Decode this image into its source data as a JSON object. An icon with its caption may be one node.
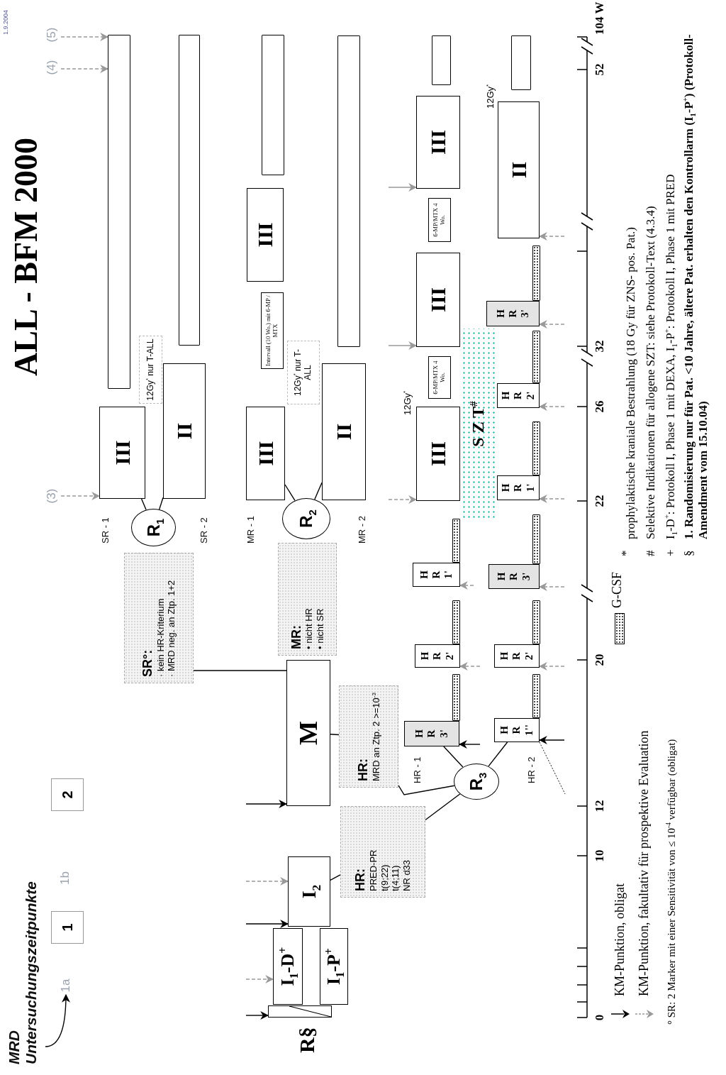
{
  "diagram": {
    "title": "ALL - BFM 2000",
    "nodes": [
      {
        "text": [
          "MRD Untersuchungszeitpunkte"
        ]
      },
      {
        "text": [
          "1a"
        ]
      },
      {
        "text": [
          "1"
        ]
      },
      {
        "text": [
          "2"
        ]
      },
      {
        "text": [
          "(3)"
        ]
      },
      {
        "text": [
          "(4)"
        ]
      },
      {
        "text": [
          "(5)"
        ]
      },
      {
        "text": [],
        "shape": "box",
        "beside": [
          "R§"
        ]
      },
      {
        "text": [
          "I$_{1}$-D$^{+}$"
        ]
      },
      {
        "text": [
          "I$_{1}$-P$^{+}$"
        ]
      },
      {
        "text": [
          "I$_{2}$"
        ]
      },
      {
        "text": [
          "HR:",
          "PRED-PR",
          "t(9;22)",
          "t(4;11)",
          "NR d33"
        ]
      },
      {
        "text": [
          "M"
        ]
      },
      {
        "text": [
          "HR:",
          "MRD an Ztp. 2 >=10$^{-3}$"
        ]
      },
      {
        "text": [
          "SR°:",
          "· kein HR-Kriterium",
          "· MRD neg. an Ztp. 1+2"
        ]
      },
      {
        "text": [
          "MR:",
          "• nicht HR",
          "• nicht SR"
        ]
      },
      {
        "text": [
          "R$_{1}$"
        ]
      },
      {
        "text": [
          "R$_{2}$"
        ]
      },
      {
        "text": [
          "R$_{3}$"
        ]
      },
      {
        "text": [
          "III"
        ]
      },
      {
        "text": [
          "II"
        ]
      },
      {
        "text": [
          "12Gy$^{*}$ nur T-ALL"
        ]
      },
      {
        "text": [],
        "shape": "bar"
      },
      {
        "text": [],
        "shape": "bar"
      },
      {
        "text": [
          "III"
        ]
      },
      {
        "text": [
          "II"
        ]
      },
      {
        "text": [
          "12Gy$^{*}$ nur T-ALL"
        ]
      },
      {
        "text": [
          "Intervall (10 Wo.) mit 6-MP / MTX"
        ]
      },
      {
        "text": [
          "III"
        ]
      },
      {
        "text": [],
        "shape": "bar"
      },
      {
        "text": [],
        "shape": "bar"
      },
      {
        "text": [
          "H R 3'"
        ]
      },
      {
        "text": [],
        "shape": "bar"
      },
      {
        "text": [
          "H R 2'"
        ]
      },
      {
        "text": [],
        "shape": "bar"
      },
      {
        "text": [
          "H R 1'"
        ]
      },
      {
        "text": [],
        "shape": "bar"
      },
      {
        "text": [
          "III"
        ],
        "beside": [
          "12Gy$^{*}$"
        ]
      },
      {
        "text": [
          "6-MP/MTX 4 Wo."
        ]
      },
      {
        "text": [
          "III"
        ]
      },
      {
        "text": [
          "6-MP/MTX 4 Wo."
        ]
      },
      {
        "text": [
          "III"
        ]
      },
      {
        "text": [],
        "shape": "bar"
      },
      {
        "text": [
          "S Z T$^{#}$"
        ]
      },
      {
        "text": [
          "H R 1''"
        ]
      },
      {
        "text": [],
        "shape": "bar"
      },
      {
        "text": [
          "H R 2'"
        ]
      },
      {
        "text": [],
        "shape": "bar"
      },
      {
        "text": [
          "H R 3'"
        ]
      },
      {
        "text": [],
        "shape": "bar"
      },
      {
        "text": [
          "H R 1'"
        ]
      },
      {
        "text": [],
        "shape": "bar"
      },
      {
        "text": [
          "H R 2'"
        ]
      },
      {
        "text": [],
        "shape": "bar"
      },
      {
        "text": [
          "H R 3'"
        ]
      },
      {
        "text": [],
        "shape": "bar"
      },
      {
        "text": [
          "II"
        ],
        "beside": [
          "12Gy$^{*}$"
        ]
      },
      {
        "text": [],
        "shape": "bar"
      }
    ],
    "edges": [
      {
        "from": 0,
        "to": 1,
        "arrow": "to"
      },
      {
        "from": 16,
        "to": 19,
        "arrow": "none"
      },
      {
        "from": 16,
        "to": 20,
        "arrow": "none"
      },
      {
        "from": 17,
        "to": 24,
        "arrow": "none"
      },
      {
        "from": 17,
        "to": 25,
        "arrow": "none"
      },
      {
        "from": 18,
        "to": 31,
        "arrow": "none"
      },
      {
        "from": 18,
        "to": 44,
        "arrow": "none"
      },
      {
        "from": 13,
        "to": 18,
        "arrow": "none"
      },
      {
        "from": 11,
        "to": 18,
        "arrow": "none"
      },
      {
        "from": 10,
        "to": 11,
        "arrow": "none"
      },
      {
        "from": 12,
        "to": 13,
        "arrow": "none"
      },
      {
        "from": 12,
        "to": 14,
        "arrow": "none"
      },
      {
        "from": 44,
        "to": null,
        "arrow": "none",
        "style": "dashed"
      },
      {
        "from": null,
        "to": 7,
        "arrow": "to"
      },
      {
        "from": null,
        "to": 8,
        "arrow": "to",
        "style": "dashed",
        "color": "#999999"
      },
      {
        "from": null,
        "to": 10,
        "arrow": "to"
      },
      {
        "from": null,
        "to": 10,
        "arrow": "to",
        "style": "dashed",
        "color": "#999999"
      },
      {
        "from": null,
        "to": 12,
        "arrow": "to"
      },
      {
        "from": 4,
        "to": 19,
        "arrow": "to",
        "style": "dashed",
        "color": "#999999"
      },
      {
        "from": 5,
        "to": 22,
        "arrow": "to",
        "style": "dashed",
        "color": "#999999"
      },
      {
        "from": 6,
        "to": 22,
        "arrow": "to",
        "style": "dashed",
        "color": "#999999"
      },
      {
        "from": null,
        "to": 41,
        "arrow": "to",
        "color": "#999999"
      },
      {
        "from": null,
        "to": 39,
        "arrow": "to",
        "color": "#999999"
      },
      {
        "from": null,
        "to": 37,
        "arrow": "to",
        "style": "dashed",
        "color": "#999999"
      },
      {
        "from": null,
        "to": 31,
        "arrow": "to"
      },
      {
        "from": null,
        "to": 33,
        "arrow": "to",
        "style": "dashed",
        "color": "#999999"
      },
      {
        "from": null,
        "to": 35,
        "arrow": "to",
        "style": "dashed",
        "color": "#999999"
      },
      {
        "from": null,
        "to": 44,
        "arrow": "to"
      },
      {
        "from": null,
        "to": 46,
        "arrow": "to",
        "style": "dashed",
        "color": "#999999"
      },
      {
        "from": null,
        "to": 48,
        "arrow": "to",
        "style": "dashed",
        "color": "#999999"
      },
      {
        "from": null,
        "to": 50,
        "arrow": "to",
        "style": "dashed",
        "color": "#999999"
      },
      {
        "from": null,
        "to": 52,
        "arrow": "to",
        "style": "dashed",
        "color": "#999999"
      },
      {
        "from": null,
        "to": 54,
        "arrow": "to",
        "style": "dashed",
        "color": "#999999"
      },
      {
        "from": null,
        "to": 56,
        "arrow": "to",
        "style": "dashed",
        "color": "#999999"
      }
    ],
    "labels": [
      "1.9.2004",
      "1b",
      "SR - 1",
      "SR - 2",
      "MR - 1",
      "MR - 2",
      "HR - 1",
      "HR - 2",
      "0",
      "10",
      "12",
      "20",
      "22",
      "26",
      "32",
      "52",
      "104 W",
      "° SR: 2 Marker mit einer Sensitivität von ≤ 10$^{-4}$ verfügbar (obligat)",
      "*",
      "prophylaktische kraniale Bestrahlung (18 Gy für ZNS- pos. Pat.)",
      "#",
      "Selektive Indikationen für allogene SZT: siehe Protokoll-Text (4.3.4)",
      "+",
      "I$_{1}$-D$^{+}$: Protokoll I, Phase 1 mit DEXA, I$_{1}$-P$^{+}$: Protokoll I, Phase 1 mit PRED",
      "§",
      "1. Randomisierung nur für Pat. <10 Jahre, ältere Pat. erhalten den Kontrollarm (I$_{1}$-P$^{+}$) (Protokoll-Amendment vom 15.10.04)"
    ],
    "legend": [
      {
        "text": "KM-Punktion, obligat"
      },
      {
        "text": "KM-Punktion, fakultativ für prospektive Evaluation"
      },
      {
        "text": "G-CSF"
      }
    ]
  }
}
